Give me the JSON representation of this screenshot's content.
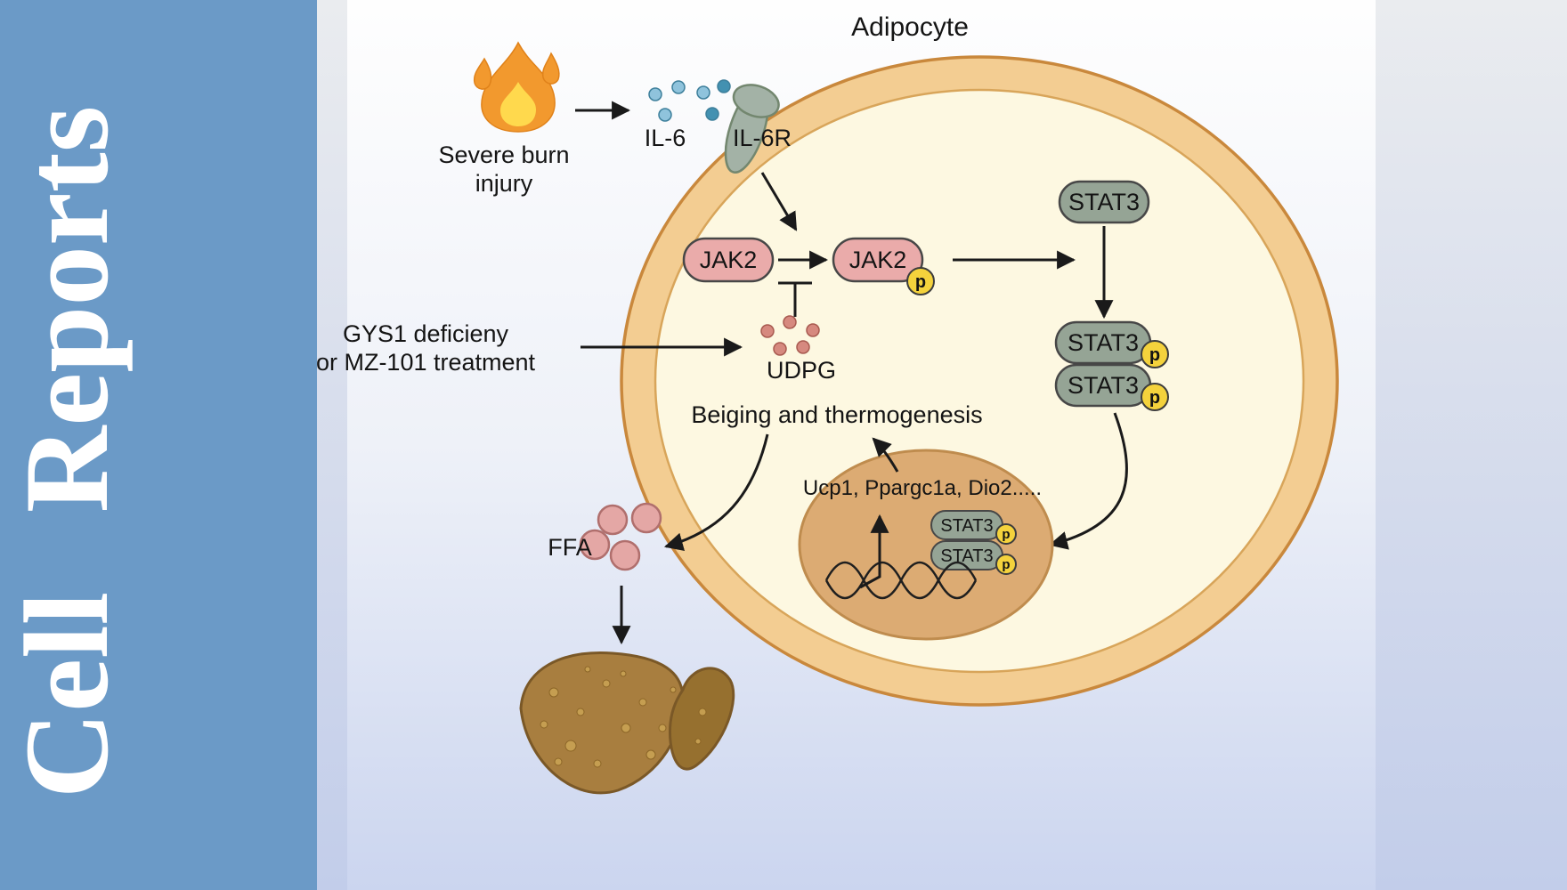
{
  "sidebar": {
    "title": "Cell Reports"
  },
  "diagram": {
    "adipocyte": "Adipocyte",
    "severe_burn_line1": "Severe burn",
    "severe_burn_line2": "injury",
    "il6": "IL-6",
    "il6r": "IL-6R",
    "jak2": "JAK2",
    "stat3": "STAT3",
    "phospho": "p",
    "gys1_line1": "GYS1 deficieny",
    "gys1_line2": "or MZ-101 treatment",
    "udpg": "UDPG",
    "beiging": "Beiging and thermogenesis",
    "genes": "Ucp1, Ppargc1a, Dio2.....",
    "ffa": "FFA"
  },
  "colors": {
    "sidebar": "#6b9ac7",
    "cell_membrane": "#f3cd92",
    "cell_interior": "#fdf8e1",
    "nucleus": "#dcab73",
    "jak2": "#eaabaa",
    "stat3": "#95a495",
    "phospho": "#f4d23c",
    "il6_light": "#8fc3dc",
    "il6_dark": "#4391b1",
    "receptor": "#a3b2a6",
    "udpg": "#d6897f",
    "ffa": "#e4a7a5",
    "liver": "#a87e3f",
    "liver_dark": "#96702f",
    "liver_spot": "#c9a254",
    "flame_outer": "#f2992e",
    "flame_inner": "#ffd94d",
    "arrow": "#1a1a1a"
  }
}
